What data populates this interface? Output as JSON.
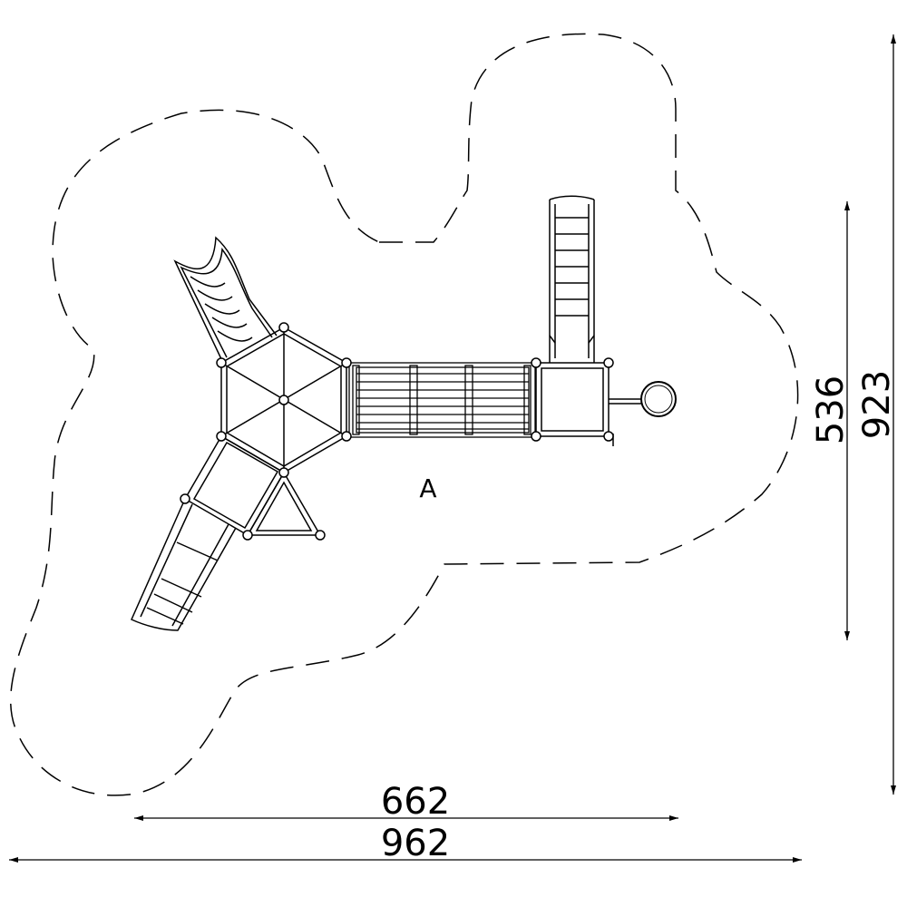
{
  "drawing": {
    "area_label": "A",
    "dimensions": {
      "inner_width": "662",
      "outer_width": "962",
      "inner_height": "536",
      "outer_height": "923"
    },
    "colors": {
      "line": "#000000",
      "background": "#ffffff"
    }
  }
}
